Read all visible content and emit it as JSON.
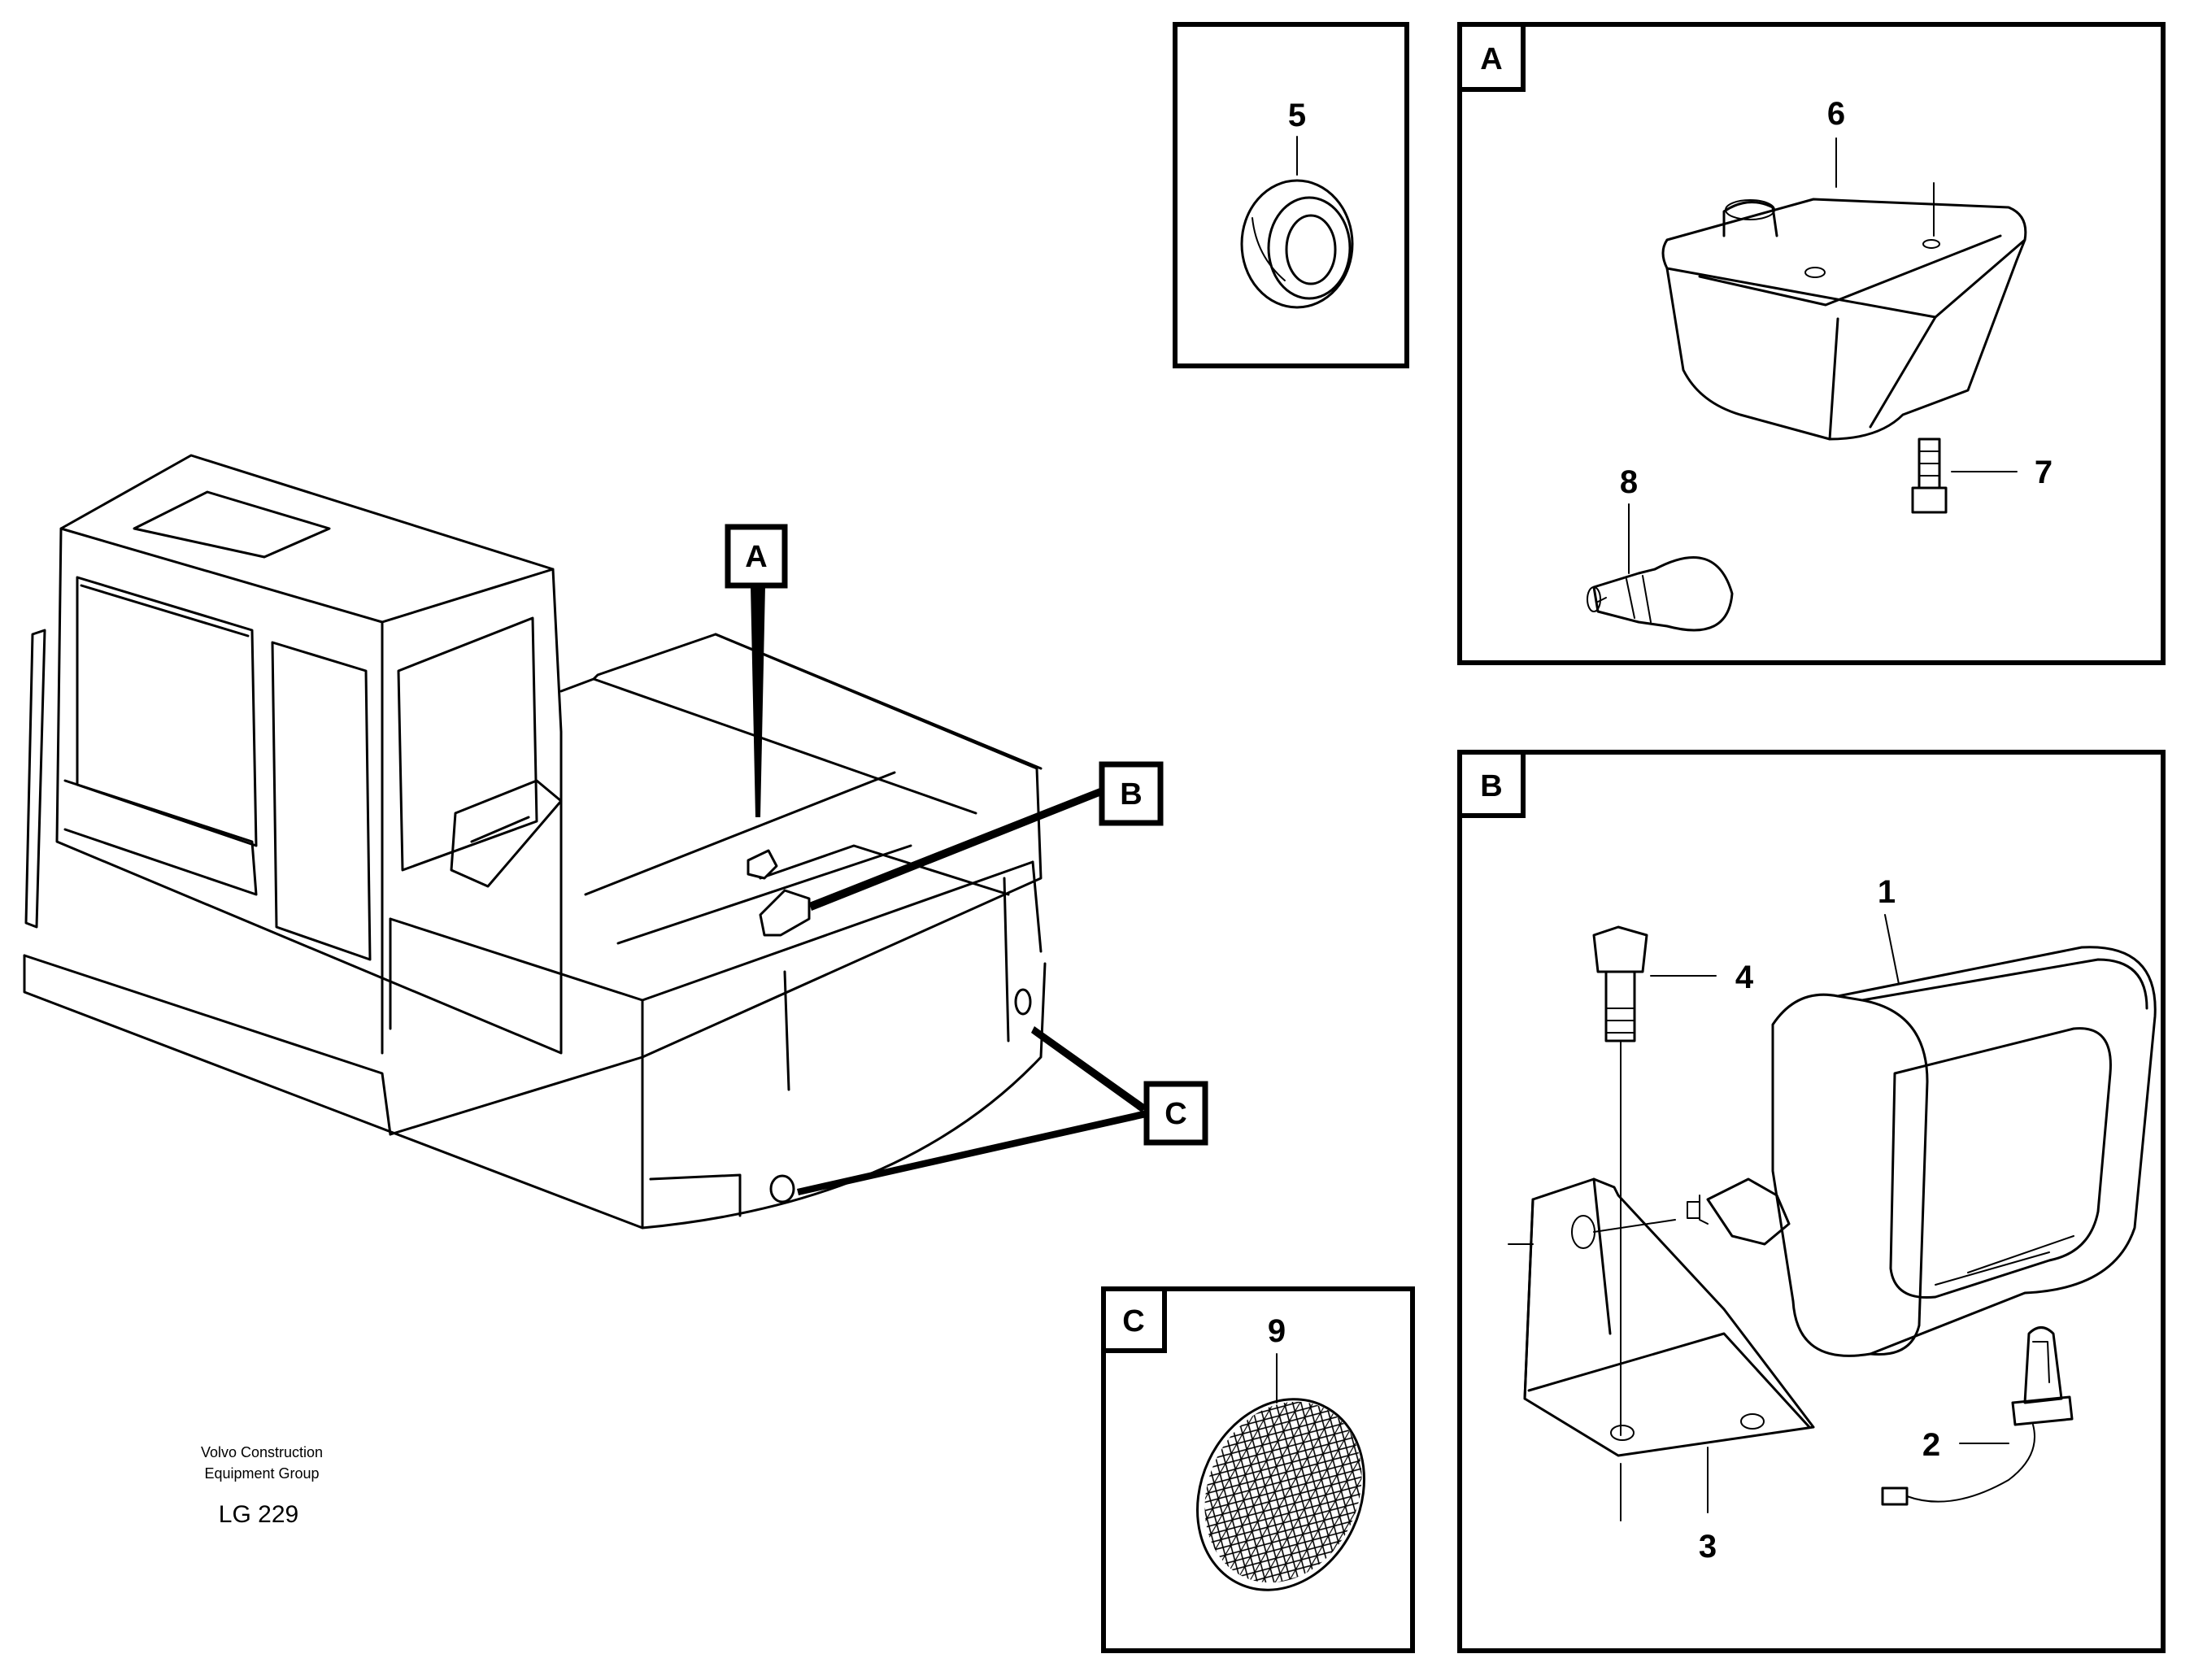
{
  "footer": {
    "company_line1": "Volvo Construction",
    "company_line2": "Equipment Group",
    "drawing_code": "LG 229"
  },
  "callouts": {
    "a": "A",
    "b": "B",
    "c": "C"
  },
  "panels": {
    "a": {
      "letter": "A",
      "parts": [
        "6",
        "7",
        "8"
      ]
    },
    "b": {
      "letter": "B",
      "parts": [
        "1",
        "2",
        "3",
        "4"
      ]
    },
    "c": {
      "letter": "C",
      "parts": [
        "9"
      ]
    },
    "grommet": {
      "parts": [
        "5"
      ]
    }
  },
  "part_numbers": {
    "p1": "1",
    "p2": "2",
    "p3": "3",
    "p4": "4",
    "p5": "5",
    "p6": "6",
    "p7": "7",
    "p8": "8",
    "p9": "9"
  }
}
